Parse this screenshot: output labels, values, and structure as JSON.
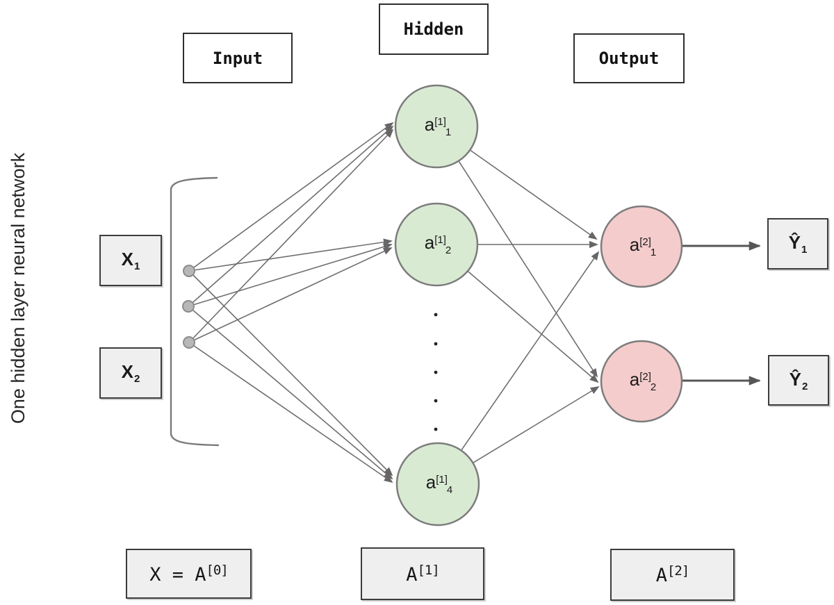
{
  "side_title": "One hidden layer neural network",
  "headers": {
    "input": "Input",
    "hidden": "Hidden",
    "output": "Output"
  },
  "inputs": [
    {
      "base": "X",
      "sub": "1"
    },
    {
      "base": "X",
      "sub": "2"
    }
  ],
  "hidden_nodes": [
    {
      "base": "a",
      "sup": "[1]",
      "sub": "1"
    },
    {
      "base": "a",
      "sup": "[1]",
      "sub": "2"
    },
    {
      "base": "a",
      "sup": "[1]",
      "sub": "4"
    }
  ],
  "output_nodes": [
    {
      "base": "a",
      "sup": "[2]",
      "sub": "1"
    },
    {
      "base": "a",
      "sup": "[2]",
      "sub": "2"
    }
  ],
  "outputs": [
    {
      "base": "Ŷ",
      "sub": "1"
    },
    {
      "base": "Ŷ",
      "sub": "2"
    }
  ],
  "bottom_labels": [
    {
      "base": "X = A",
      "sup": "[0]"
    },
    {
      "base": "A",
      "sup": "[1]"
    },
    {
      "base": "A",
      "sup": "[2]"
    }
  ],
  "colors": {
    "hidden_node_fill": "#d9ead3",
    "output_node_fill": "#f4cccc",
    "node_border": "#7c7c7c",
    "box_fill": "#efefef",
    "wire": "#6e6e6e",
    "arrow": "#565656",
    "bracket": "#7a7a7a",
    "input_dot_fill": "#b7b7b7",
    "input_dot_border": "#8c8c8c",
    "ellipsis_dot": "#222222"
  }
}
